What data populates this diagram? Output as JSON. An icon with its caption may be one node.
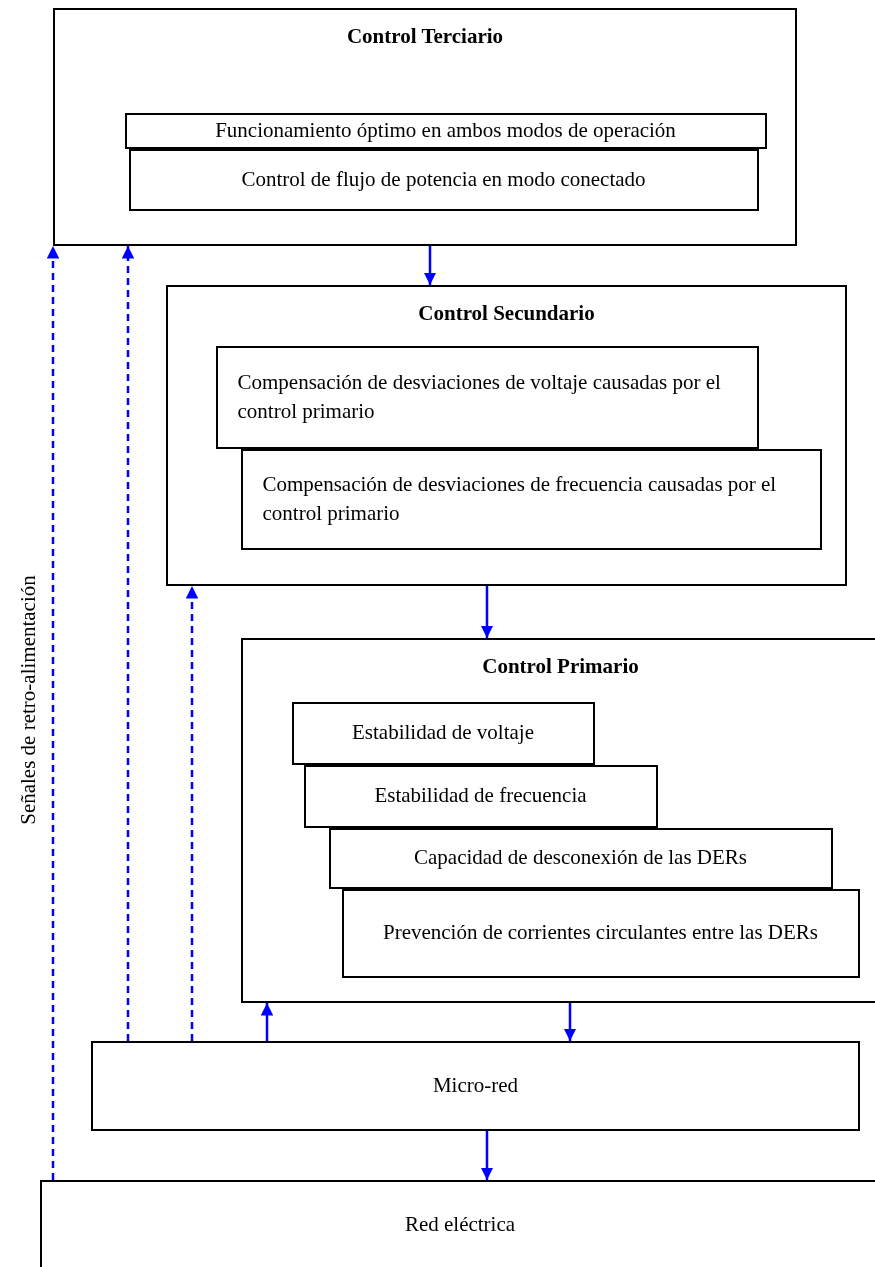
{
  "diagram": {
    "nodes": [
      {
        "text": [
          "Control Terciario"
        ]
      },
      {
        "text": [
          "Funcionamiento óptimo en ambos modos de operación"
        ],
        "in": 0
      },
      {
        "text": [
          "Control de flujo de potencia en modo conectado"
        ],
        "in": 0
      },
      {
        "text": [
          "Control Secundario"
        ]
      },
      {
        "text": [
          "Compensación de desviaciones de voltaje causadas por el control primario"
        ],
        "in": 3
      },
      {
        "text": [
          "Compensación de desviaciones de frecuencia causadas por el control primario"
        ],
        "in": 3
      },
      {
        "text": [
          "Control Primario"
        ]
      },
      {
        "text": [
          "Estabilidad de voltaje"
        ],
        "in": 6
      },
      {
        "text": [
          "Estabilidad de frecuencia"
        ],
        "in": 6
      },
      {
        "text": [
          "Capacidad de desconexión de las DERs"
        ],
        "in": 6
      },
      {
        "text": [
          "Prevención de corrientes circulantes entre las DERs"
        ],
        "in": 6
      },
      {
        "text": [
          "Micro-red"
        ]
      },
      {
        "text": [
          "Red eléctrica"
        ]
      }
    ],
    "edges": [
      {
        "from": 0,
        "to": 3,
        "arrow": "to"
      },
      {
        "from": 3,
        "to": 6,
        "arrow": "to"
      },
      {
        "from": 6,
        "to": 11,
        "arrow": "to"
      },
      {
        "from": 11,
        "to": 6,
        "arrow": "to"
      },
      {
        "from": 11,
        "to": 12,
        "arrow": "to"
      },
      {
        "from": 12,
        "to": 0,
        "arrow": "to",
        "style": "dashed"
      },
      {
        "from": 11,
        "to": 0,
        "arrow": "to",
        "style": "dashed"
      },
      {
        "from": 11,
        "to": 3,
        "arrow": "to",
        "style": "dashed"
      }
    ],
    "labels": [
      "Señales de retro-alimentación"
    ]
  }
}
